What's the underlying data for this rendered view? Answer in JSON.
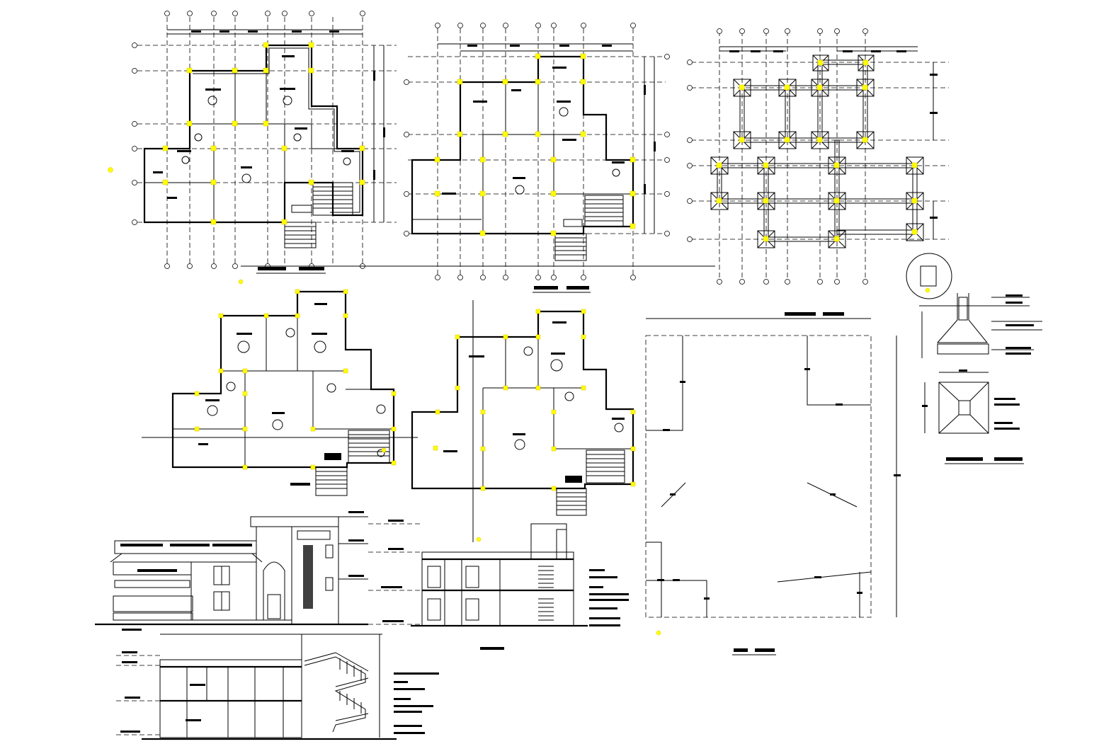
{
  "drawing": {
    "title": "",
    "accent_color": "#ffff00",
    "ink_color": "#000000",
    "background_color": "#ffffff"
  },
  "panels": [
    {
      "id": "ground-floor-plan",
      "label": ""
    },
    {
      "id": "first-floor-plan",
      "label": ""
    },
    {
      "id": "foundation-plan",
      "label": ""
    },
    {
      "id": "ground-floor-furniture-plan",
      "label": ""
    },
    {
      "id": "first-floor-furniture-plan",
      "label": ""
    },
    {
      "id": "site-plan",
      "label": ""
    },
    {
      "id": "footing-detail",
      "label": ""
    },
    {
      "id": "front-elevation",
      "label": ""
    },
    {
      "id": "section-a",
      "label": ""
    },
    {
      "id": "section-b",
      "label": ""
    }
  ]
}
